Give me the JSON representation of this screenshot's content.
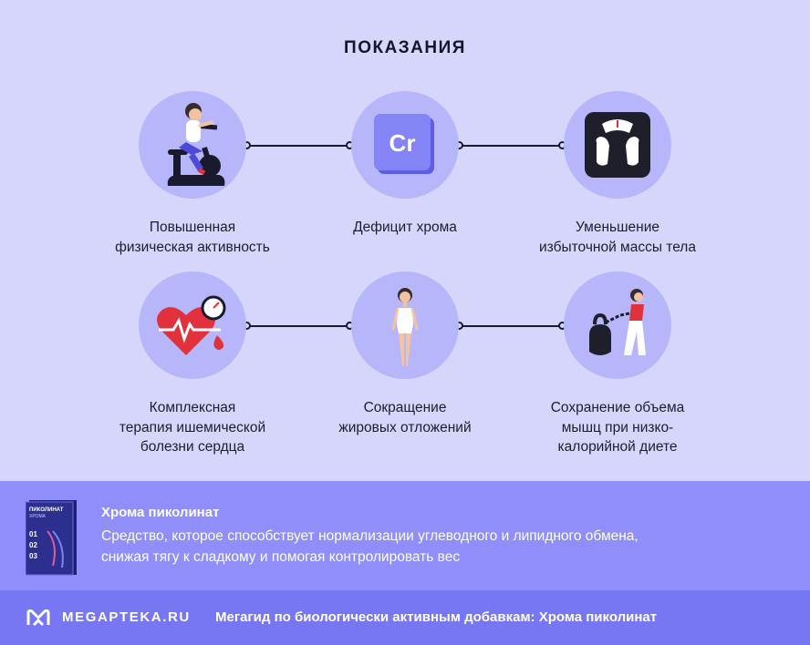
{
  "page": {
    "title": "ПОКАЗАНИЯ"
  },
  "indications": [
    {
      "label_line1": "Повышенная",
      "label_line2": "физическая активность",
      "label_line3": "",
      "icon": "exercise-bike-icon"
    },
    {
      "label_line1": "Дефицит хрома",
      "label_line2": "",
      "label_line3": "",
      "icon": "chromium-element-icon",
      "element_symbol": "Cr"
    },
    {
      "label_line1": "Уменьшение",
      "label_line2": "избыточной массы тела",
      "label_line3": "",
      "icon": "scale-icon"
    },
    {
      "label_line1": "Комплексная",
      "label_line2": "терапия ишемической",
      "label_line3": "болезни сердца",
      "icon": "heart-pressure-icon"
    },
    {
      "label_line1": "Сокращение",
      "label_line2": "жировых отложений",
      "label_line3": "",
      "icon": "slim-body-icon"
    },
    {
      "label_line1": "Сохранение объема",
      "label_line2": "мышц при низко-",
      "label_line3": "калорийной диете",
      "icon": "kettlebell-chain-icon"
    }
  ],
  "product": {
    "name": "Хрома пиколинат",
    "description_line1": "Средство, которое способствует нормализации углеводного и липидного обмена,",
    "description_line2": "снижая тягу к сладкому и помогая контролировать вес",
    "box_title": "ПИКОЛИНАТ",
    "box_subtitle": "ХРОМА",
    "box_numbers": [
      "01",
      "02",
      "03"
    ]
  },
  "footer": {
    "brand": "MEGAPTEKA.RU",
    "text": "Мегагид по биологически активным добавкам: Хрома пиколинат"
  },
  "colors": {
    "background": "#d6d6fd",
    "circle": "#b7b6fb",
    "product_band": "#8f8efa",
    "footer": "#7877f3",
    "accent_red": "#e0313c"
  }
}
